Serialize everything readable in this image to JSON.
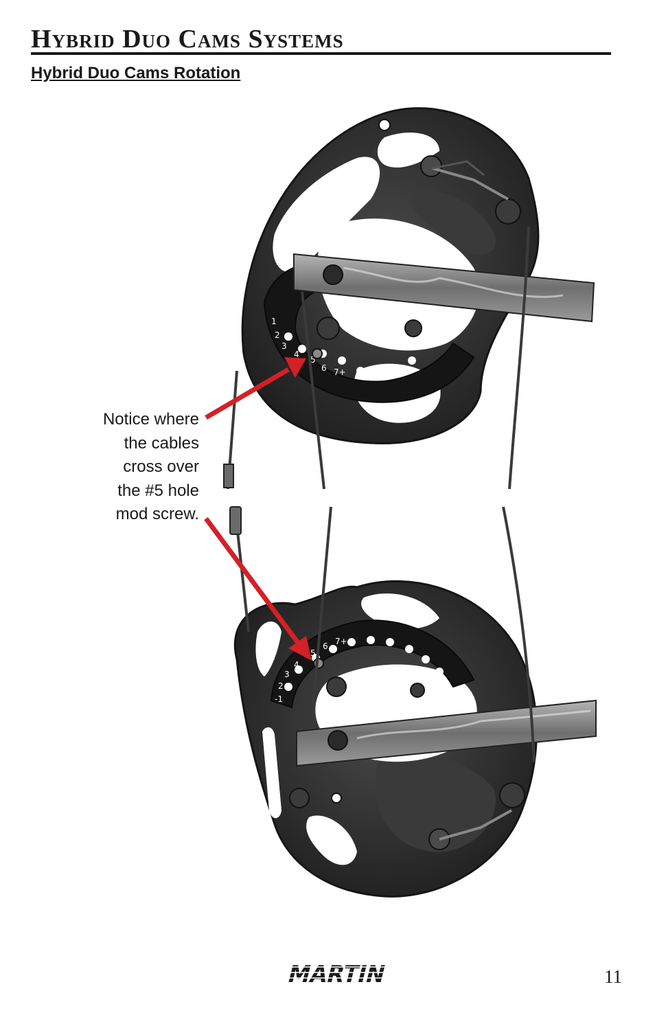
{
  "header": {
    "title": "Hybrid Duo Cams Systems",
    "subtitle": "Hybrid Duo Cams Rotation"
  },
  "callout": {
    "lines": [
      "Notice where",
      "the cables",
      "cross over",
      "the #5 hole",
      "mod screw."
    ]
  },
  "cams": {
    "top_labels": [
      "1",
      "2",
      "3",
      "4",
      "5",
      "6",
      "7+"
    ],
    "bottom_labels": [
      "-1",
      "2",
      "3",
      "4",
      "5",
      "6",
      "7+"
    ]
  },
  "footer": {
    "logo_text": "MARTIN",
    "page_number": "11"
  },
  "colors": {
    "arrow": "#d42027",
    "cam": "#2b2b2b",
    "limb": "#8a8a8a",
    "text": "#1a1a1a"
  }
}
